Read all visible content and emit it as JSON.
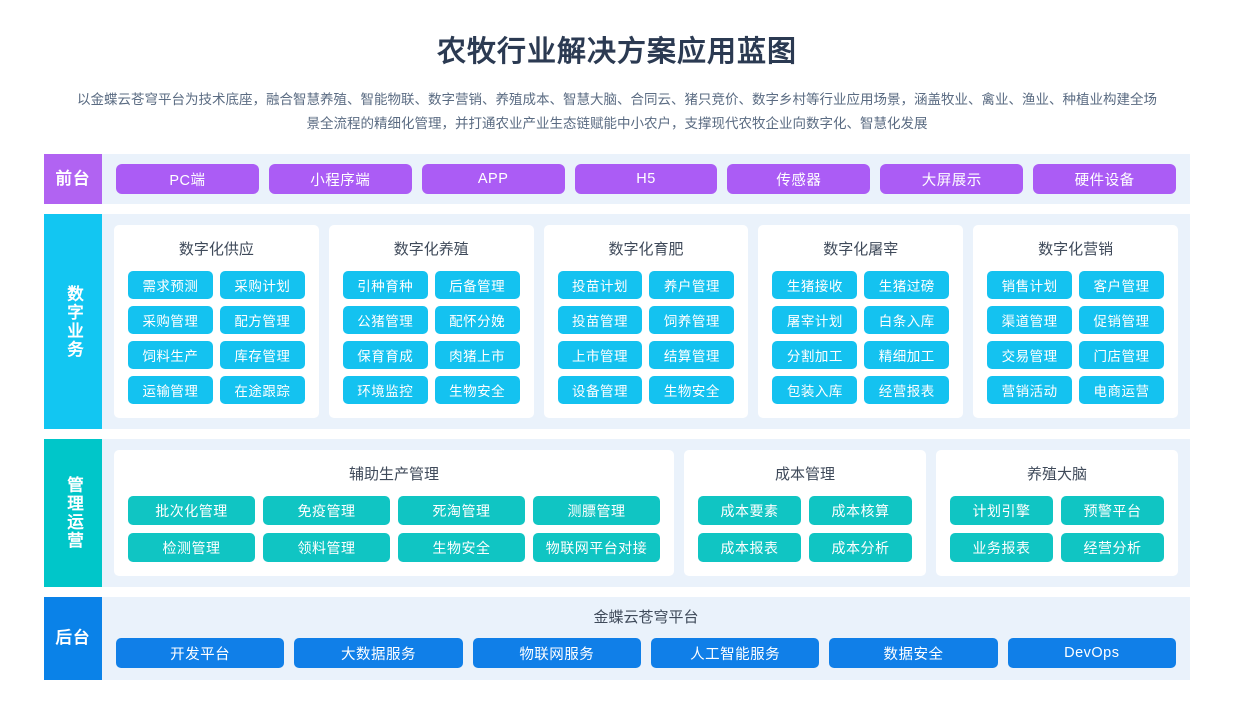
{
  "header": {
    "title": "农牧行业解决方案应用蓝图",
    "subtitle": "以金蝶云苍穹平台为技术底座，融合智慧养殖、智能物联、数字营销、养殖成本、智慧大脑、合同云、猪只竞价、数字乡村等行业应用场景，涵盖牧业、禽业、渔业、种植业构建全场景全流程的精细化管理，并打通农业产业生态链赋能中小农户，支撑现代农牧企业向数字化、智慧化发展"
  },
  "colors": {
    "front_accent": "#b163f2",
    "front_chip": "#ab5cf5",
    "business_accent": "#12c6f2",
    "business_chip": "#14c2f0",
    "management_accent": "#00c6c9",
    "management_chip": "#10c5c3",
    "backend_accent": "#0a82e8",
    "backend_chip": "#107fe8",
    "band_background": "#eaf2fb",
    "title_color": "#2b3a52"
  },
  "front": {
    "label": "前台",
    "items": [
      "PC端",
      "小程序端",
      "APP",
      "H5",
      "传感器",
      "大屏展示",
      "硬件设备"
    ]
  },
  "business": {
    "label": "数字业务",
    "columns": [
      {
        "title": "数字化供应",
        "items": [
          "需求预测",
          "采购计划",
          "采购管理",
          "配方管理",
          "饲料生产",
          "库存管理",
          "运输管理",
          "在途跟踪"
        ]
      },
      {
        "title": "数字化养殖",
        "items": [
          "引种育种",
          "后备管理",
          "公猪管理",
          "配怀分娩",
          "保育育成",
          "肉猪上市",
          "环境监控",
          "生物安全"
        ]
      },
      {
        "title": "数字化育肥",
        "items": [
          "投苗计划",
          "养户管理",
          "投苗管理",
          "饲养管理",
          "上市管理",
          "结算管理",
          "设备管理",
          "生物安全"
        ]
      },
      {
        "title": "数字化屠宰",
        "items": [
          "生猪接收",
          "生猪过磅",
          "屠宰计划",
          "白条入库",
          "分割加工",
          "精细加工",
          "包装入库",
          "经营报表"
        ]
      },
      {
        "title": "数字化营销",
        "items": [
          "销售计划",
          "客户管理",
          "渠道管理",
          "促销管理",
          "交易管理",
          "门店管理",
          "营销活动",
          "电商运营"
        ]
      }
    ]
  },
  "management": {
    "label": "管理运营",
    "columns": [
      {
        "title": "辅助生产管理",
        "items": [
          "批次化管理",
          "免疫管理",
          "死淘管理",
          "测膘管理",
          "检测管理",
          "领料管理",
          "生物安全",
          "物联网平台对接"
        ]
      },
      {
        "title": "成本管理",
        "items": [
          "成本要素",
          "成本核算",
          "成本报表",
          "成本分析"
        ]
      },
      {
        "title": "养殖大脑",
        "items": [
          "计划引擎",
          "预警平台",
          "业务报表",
          "经营分析"
        ]
      }
    ]
  },
  "backend": {
    "label": "后台",
    "title": "金蝶云苍穹平台",
    "items": [
      "开发平台",
      "大数据服务",
      "物联网服务",
      "人工智能服务",
      "数据安全",
      "DevOps"
    ]
  }
}
